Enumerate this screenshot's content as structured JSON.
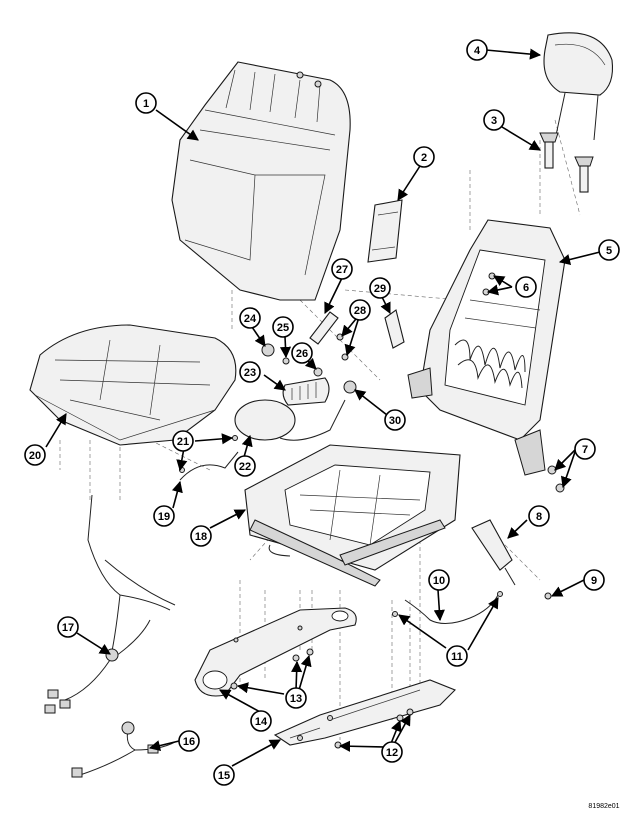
{
  "figure_code": "81982e01",
  "callouts": [
    "1",
    "2",
    "3",
    "4",
    "5",
    "6",
    "7",
    "8",
    "9",
    "10",
    "11",
    "12",
    "13",
    "14",
    "15",
    "16",
    "17",
    "18",
    "19",
    "20",
    "21",
    "22",
    "23",
    "24",
    "25",
    "26",
    "27",
    "28",
    "29",
    "30"
  ]
}
